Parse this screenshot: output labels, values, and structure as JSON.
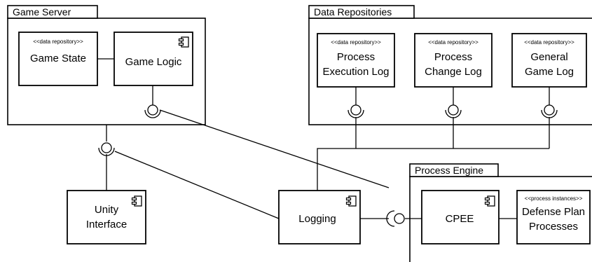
{
  "packages": {
    "game_server": "Game Server",
    "data_repositories": "Data Repositories",
    "process_engine": "Process Engine"
  },
  "components": {
    "game_state": {
      "stereotype": "<<data repository>>",
      "name": "Game State"
    },
    "game_logic": {
      "name": "Game Logic"
    },
    "process_execution_log": {
      "stereotype": "<<data repository>>",
      "line1": "Process",
      "line2": "Execution Log"
    },
    "process_change_log": {
      "stereotype": "<<data repository>>",
      "line1": "Process",
      "line2": "Change Log"
    },
    "general_game_log": {
      "stereotype": "<<data repository>>",
      "line1": "General",
      "line2": "Game Log"
    },
    "unity_interface": {
      "line1": "Unity",
      "line2": "Interface"
    },
    "logging": {
      "name": "Logging"
    },
    "cpee": {
      "name": "CPEE"
    },
    "defense_plan": {
      "stereotype": "<<process instances>>",
      "line1": "Defense Plan",
      "line2": "Processes"
    }
  },
  "colors": {
    "stroke": "#000000",
    "fill": "#ffffff"
  },
  "icons": [
    "component-icon"
  ]
}
